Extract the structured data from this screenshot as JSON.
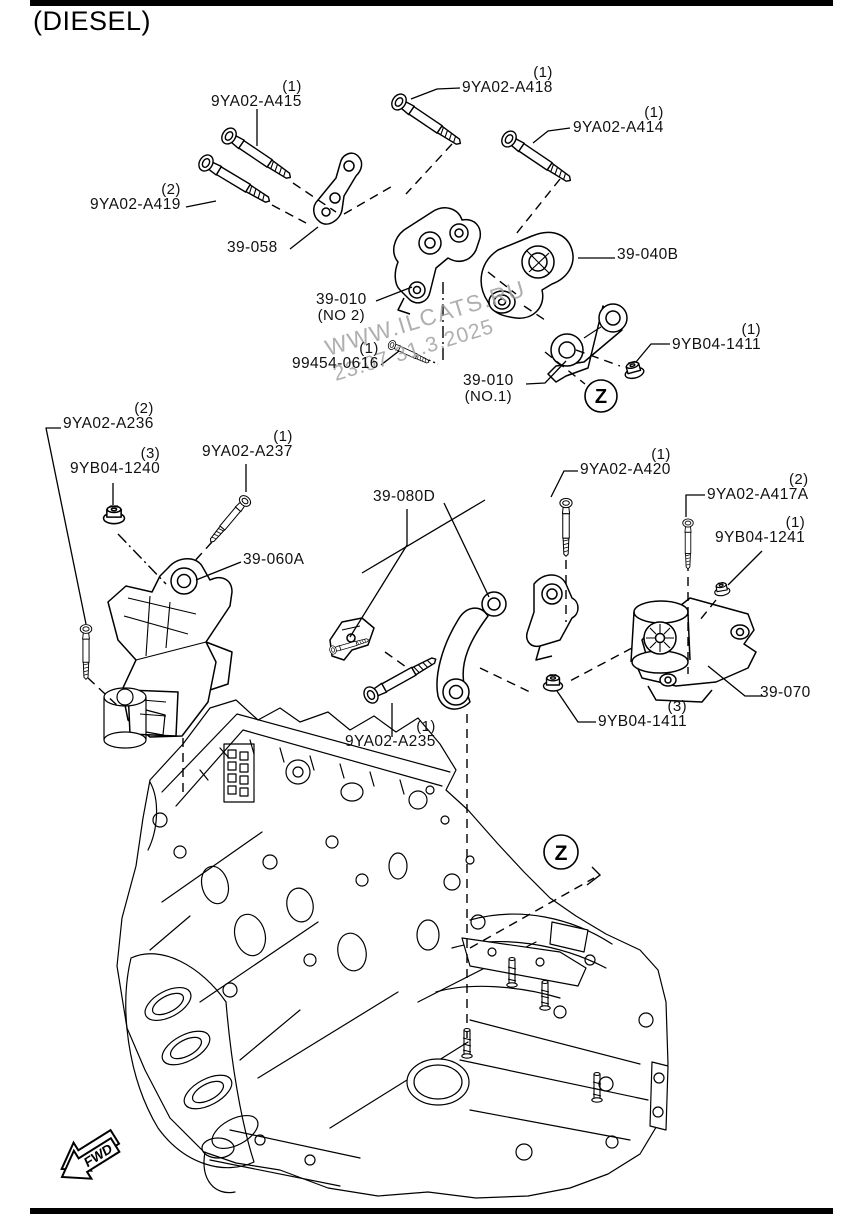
{
  "page": {
    "title": "(DIESEL)"
  },
  "watermark": {
    "line1": "WWW.ILCATS.RU",
    "line2": "23:07 31.3.2025",
    "color": "#a2a2a2"
  },
  "fwd_marker": {
    "label": "FWD"
  },
  "zoom_markers": [
    {
      "label": "Z"
    },
    {
      "label": "Z"
    }
  ],
  "labels": [
    {
      "id": "9YA02-A415",
      "qty": "(1)",
      "text": "9YA02-A415"
    },
    {
      "id": "9YA02-A419",
      "qty": "(2)",
      "text": "9YA02-A419"
    },
    {
      "id": "39-058",
      "qty": "",
      "text": "39-058"
    },
    {
      "id": "9YA02-A418",
      "qty": "(1)",
      "text": "9YA02-A418"
    },
    {
      "id": "9YA02-A414",
      "qty": "(1)",
      "text": "9YA02-A414"
    },
    {
      "id": "39-040B",
      "qty": "",
      "text": "39-040B"
    },
    {
      "id": "39-010-no2",
      "qty": "",
      "text": "39-010",
      "sub": "(NO 2)"
    },
    {
      "id": "99454-0616",
      "qty": "(1)",
      "text": "99454-0616"
    },
    {
      "id": "39-010-no1",
      "qty": "",
      "text": "39-010",
      "sub": "(NO.1)"
    },
    {
      "id": "9YB04-1411-upper",
      "qty": "(1)",
      "text": "9YB04-1411"
    },
    {
      "id": "9YA02-A236",
      "qty": "(2)",
      "text": "9YA02-A236"
    },
    {
      "id": "9YB04-1240",
      "qty": "(3)",
      "text": "9YB04-1240"
    },
    {
      "id": "9YA02-A237",
      "qty": "(1)",
      "text": "9YA02-A237"
    },
    {
      "id": "39-080D",
      "qty": "",
      "text": "39-080D"
    },
    {
      "id": "9YA02-A420",
      "qty": "(1)",
      "text": "9YA02-A420"
    },
    {
      "id": "9YA02-A417A",
      "qty": "(2)",
      "text": "9YA02-A417A"
    },
    {
      "id": "9YB04-1241",
      "qty": "(1)",
      "text": "9YB04-1241"
    },
    {
      "id": "39-060A",
      "qty": "",
      "text": "39-060A"
    },
    {
      "id": "9YA02-A235",
      "qty": "(1)",
      "text": "9YA02-A235"
    },
    {
      "id": "9YB04-1411-lower",
      "qty": "(3)",
      "text": "9YB04-1411"
    },
    {
      "id": "39-070",
      "qty": "",
      "text": "39-070"
    }
  ]
}
